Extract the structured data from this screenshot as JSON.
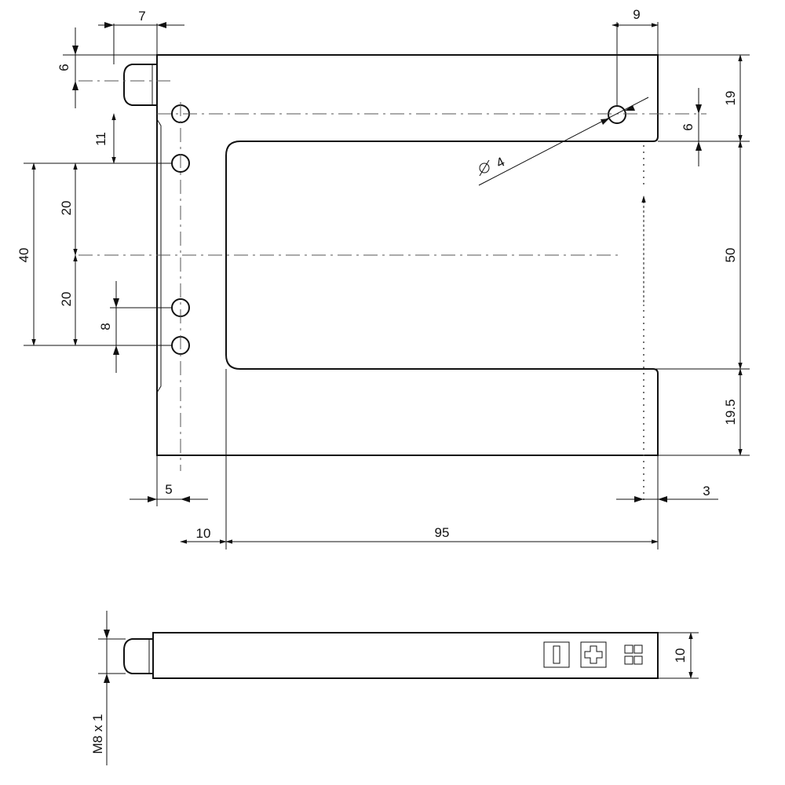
{
  "drawing": {
    "top_view": {
      "dims": {
        "d7": "7",
        "d9": "9",
        "d6_left": "6",
        "d19": "19",
        "d6_right": "6",
        "d11": "11",
        "d20_top": "20",
        "d40": "40",
        "d20_bottom": "20",
        "d8": "8",
        "d50": "50",
        "d19_5": "19.5",
        "d5": "5",
        "d3": "3",
        "d10": "10",
        "d95": "95"
      },
      "hole_diameter": "4"
    },
    "side_view": {
      "dims": {
        "d10": "10",
        "thread": "M8 x 1"
      }
    }
  }
}
